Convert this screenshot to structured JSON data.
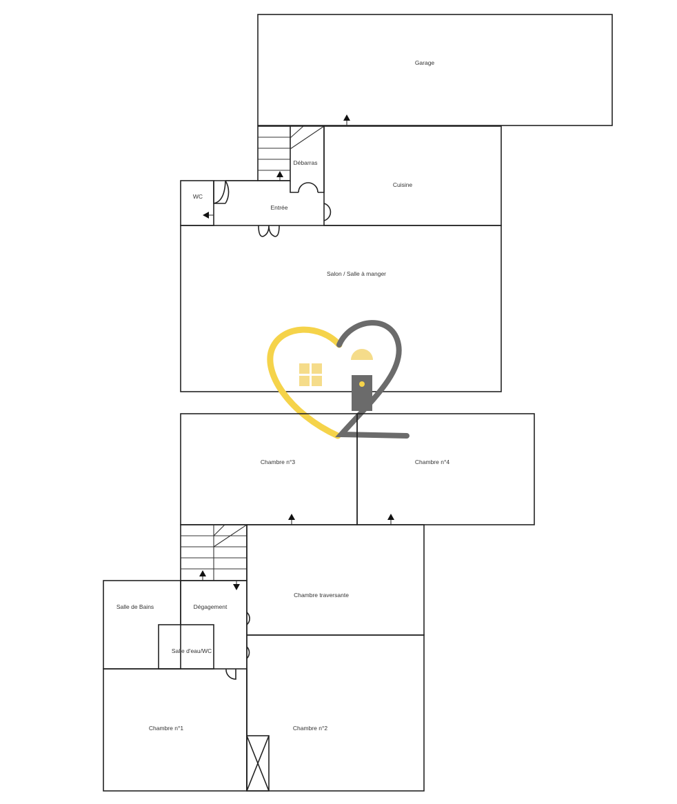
{
  "rooms": {
    "garage": "Garage",
    "debarras": "Débarras",
    "cuisine": "Cuisine",
    "wc": "WC",
    "entree": "Entrée",
    "salon": "Salon / Salle à manger",
    "chambre3": "Chambre n°3",
    "chambre4": "Chambre n°4",
    "chambre_traversante": "Chambre traversante",
    "salle_de_bains": "Salle de Bains",
    "degagement": "Dégagement",
    "salle_eau": "Salle d'eau/WC",
    "chambre1": "Chambre n°1",
    "chambre2": "Chambre n°2"
  },
  "colors": {
    "wall": "#222222",
    "logo_yellow": "#f5d34a",
    "logo_gray": "#6b6b6b"
  }
}
